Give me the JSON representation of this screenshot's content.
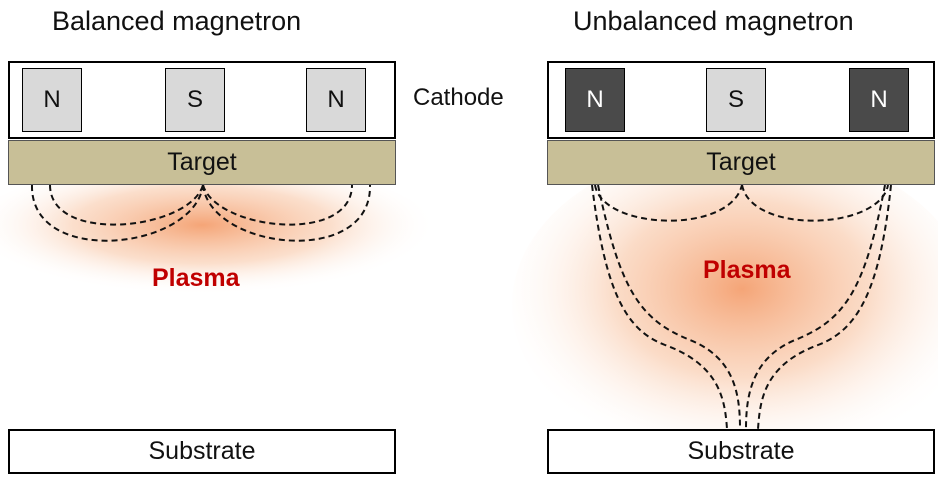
{
  "colors": {
    "target_fill": "#c8bf97",
    "plasma_label": "#c00000",
    "plasma_glow": "#f4a070",
    "magnet_light": "#d9d9d9",
    "magnet_dark": "#4a4a4a"
  },
  "labels": {
    "cathode": "Cathode"
  },
  "panels": [
    {
      "title": "Balanced magnetron",
      "magnets": [
        "N",
        "S",
        "N"
      ],
      "target": "Target",
      "plasma": "Plasma",
      "substrate": "Substrate"
    },
    {
      "title": "Unbalanced magnetron",
      "magnets": [
        "N",
        "S",
        "N"
      ],
      "target": "Target",
      "plasma": "Plasma",
      "substrate": "Substrate"
    }
  ]
}
